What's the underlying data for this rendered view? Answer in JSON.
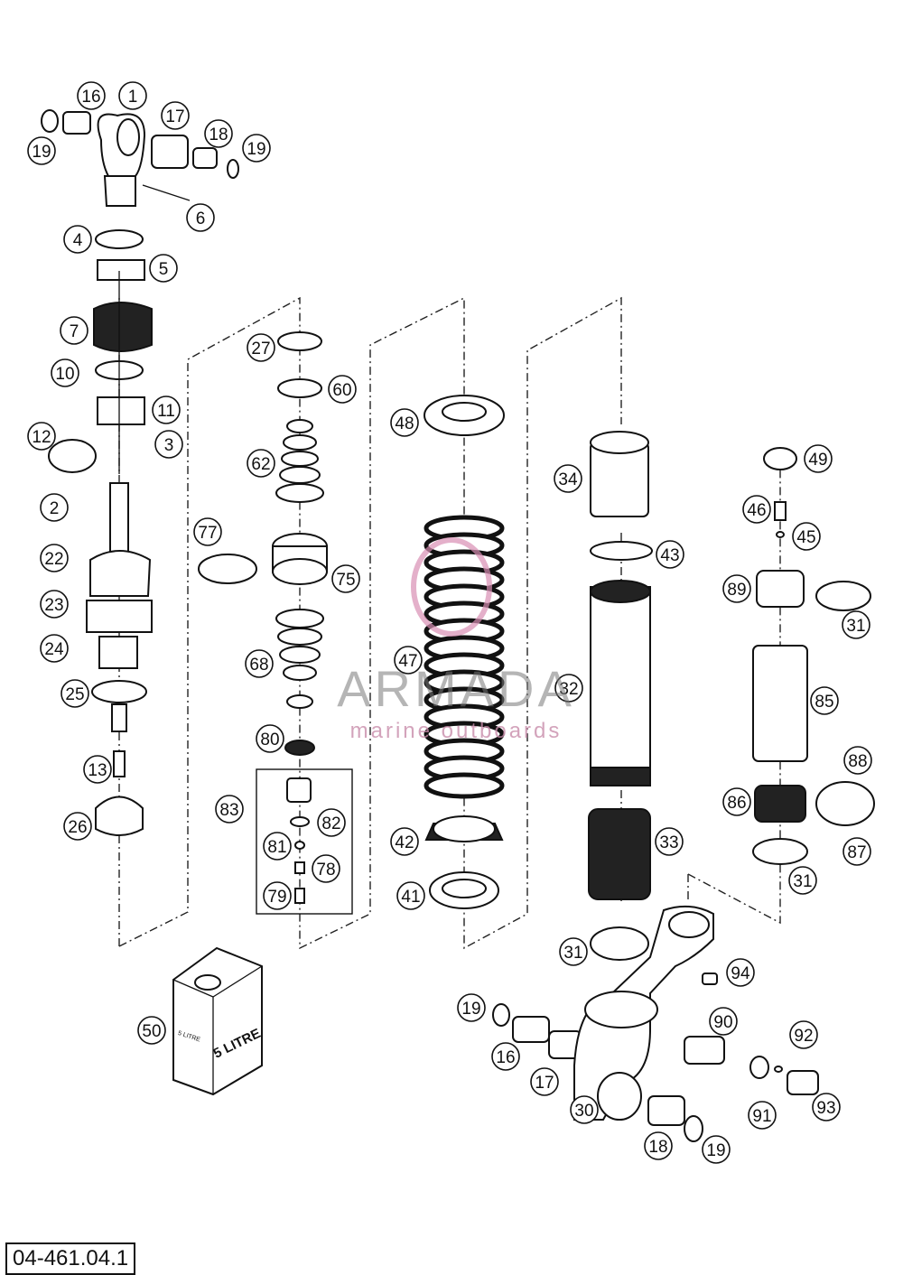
{
  "drawing_number": "04-461.04.1",
  "watermark": {
    "brand": "ARMADA",
    "tagline": "marine outboards",
    "color": "#d98fb4"
  },
  "can_label": "5 LITRE",
  "can_label_small": "5 LITRE",
  "callouts": {
    "c1": "1",
    "c16a": "16",
    "c17a": "17",
    "c18a": "18",
    "c19a": "19",
    "c19b": "19",
    "c6": "6",
    "c4": "4",
    "c5": "5",
    "c7": "7",
    "c10": "10",
    "c11": "11",
    "c12": "12",
    "c3": "3",
    "c2": "2",
    "c22": "22",
    "c23": "23",
    "c24": "24",
    "c25": "25",
    "c13": "13",
    "c26": "26",
    "c27": "27",
    "c60": "60",
    "c62": "62",
    "c77": "77",
    "c75": "75",
    "c68": "68",
    "c80": "80",
    "c83": "83",
    "c82": "82",
    "c81": "81",
    "c78": "78",
    "c79": "79",
    "c48": "48",
    "c47": "47",
    "c42": "42",
    "c41": "41",
    "c34": "34",
    "c43": "43",
    "c32": "32",
    "c33": "33",
    "c31a": "31",
    "c49": "49",
    "c46": "46",
    "c45": "45",
    "c89": "89",
    "c31b": "31",
    "c85": "85",
    "c88": "88",
    "c86": "86",
    "c87": "87",
    "c31c": "31",
    "c50": "50",
    "c94": "94",
    "c19c": "19",
    "c16b": "16",
    "c17b": "17",
    "c90": "90",
    "c92": "92",
    "c91": "91",
    "c93": "93",
    "c30": "30",
    "c18b": "18",
    "c19d": "19"
  }
}
